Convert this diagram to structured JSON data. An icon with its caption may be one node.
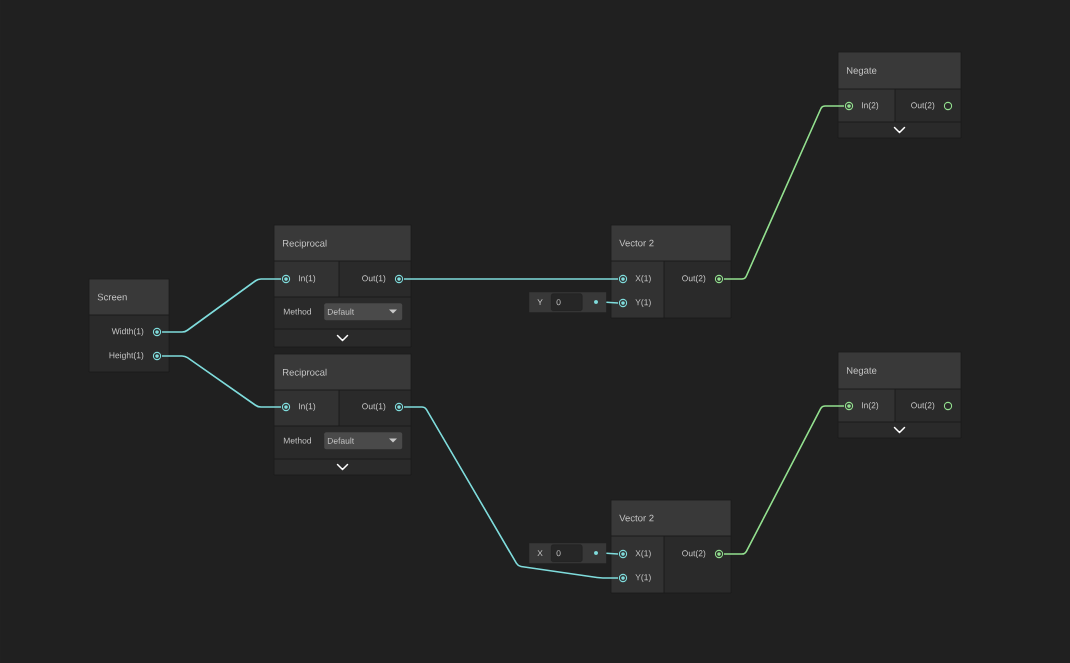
{
  "diagram": {
    "nodes": [
      {
        "text": [
          "Screen"
        ]
      },
      {
        "text": [
          "Width(1)"
        ],
        "in": 0
      },
      {
        "text": [
          "Height(1)"
        ],
        "in": 0
      },
      {
        "text": [
          "Reciprocal"
        ]
      },
      {
        "text": [
          "In(1)"
        ],
        "in": 3
      },
      {
        "text": [
          "Out(1)"
        ],
        "in": 3
      },
      {
        "text": [
          "Default"
        ],
        "beside": [
          "Method"
        ],
        "in": 3
      },
      {
        "text": [
          "Reciprocal"
        ]
      },
      {
        "text": [
          "In(1)"
        ],
        "in": 7
      },
      {
        "text": [
          "Out(1)"
        ],
        "in": 7
      },
      {
        "text": [
          "Default"
        ],
        "beside": [
          "Method"
        ],
        "in": 7
      },
      {
        "text": [
          "Vector 2"
        ]
      },
      {
        "text": [
          "X(1)"
        ],
        "in": 11
      },
      {
        "text": [
          "Y(1)"
        ],
        "in": 11
      },
      {
        "text": [
          "Out(2)"
        ],
        "in": 11
      },
      {
        "text": [
          "Y",
          "0"
        ]
      },
      {
        "text": [
          "Vector 2"
        ]
      },
      {
        "text": [
          "X(1)"
        ],
        "in": 16
      },
      {
        "text": [
          "Y(1)"
        ],
        "in": 16
      },
      {
        "text": [
          "Out(2)"
        ],
        "in": 16
      },
      {
        "text": [
          "X",
          "0"
        ]
      },
      {
        "text": [
          "Negate"
        ]
      },
      {
        "text": [
          "In(2)"
        ],
        "in": 21
      },
      {
        "text": [
          "Out(2)"
        ],
        "in": 21
      },
      {
        "text": [
          "Negate"
        ]
      },
      {
        "text": [
          "In(2)"
        ],
        "in": 24
      },
      {
        "text": [
          "Out(2)"
        ],
        "in": 24
      }
    ],
    "edges": [
      {
        "from": 1,
        "to": 4,
        "arrow": "none"
      },
      {
        "from": 2,
        "to": 8,
        "arrow": "none"
      },
      {
        "from": 5,
        "to": 12,
        "arrow": "none"
      },
      {
        "from": 9,
        "to": 18,
        "arrow": "none"
      },
      {
        "from": 15,
        "to": 13,
        "arrow": "none"
      },
      {
        "from": 20,
        "to": 17,
        "arrow": "none"
      },
      {
        "from": 14,
        "to": 22,
        "arrow": "none",
        "color": "#93e08f"
      },
      {
        "from": 19,
        "to": 25,
        "arrow": "none",
        "color": "#93e08f"
      }
    ]
  }
}
